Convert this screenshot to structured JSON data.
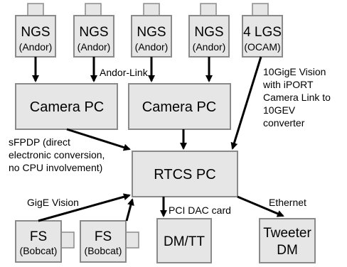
{
  "nodes": {
    "ngs1": {
      "title": "NGS",
      "sub": "(Andor)"
    },
    "ngs2": {
      "title": "NGS",
      "sub": "(Andor)"
    },
    "ngs3": {
      "title": "NGS",
      "sub": "(Andor)"
    },
    "ngs4": {
      "title": "NGS",
      "sub": "(Andor)"
    },
    "lgs": {
      "title": "4 LGS",
      "sub": "(OCAM)"
    },
    "camera_pc_1": {
      "title": "Camera PC"
    },
    "camera_pc_2": {
      "title": "Camera PC"
    },
    "rtcs_pc": {
      "title": "RTCS PC"
    },
    "fs1": {
      "title": "FS",
      "sub": "(Bobcat)"
    },
    "fs2": {
      "title": "FS",
      "sub": "(Bobcat)"
    },
    "dm_tt": {
      "title": "DM/TT"
    },
    "tweeter": {
      "title_line1": "Tweeter",
      "title_line2": "DM"
    }
  },
  "labels": {
    "andor_link": "Andor-Link",
    "tengige": [
      "10GigE Vision",
      "with iPORT",
      "Camera Link to",
      "10GEV",
      "converter"
    ],
    "sfpdp": [
      "sFPDP (direct",
      "electronic conversion,",
      "no CPU involvement)"
    ],
    "gige_vision": "GigE Vision",
    "pci_dac": "PCI DAC card",
    "ethernet": "Ethernet"
  }
}
